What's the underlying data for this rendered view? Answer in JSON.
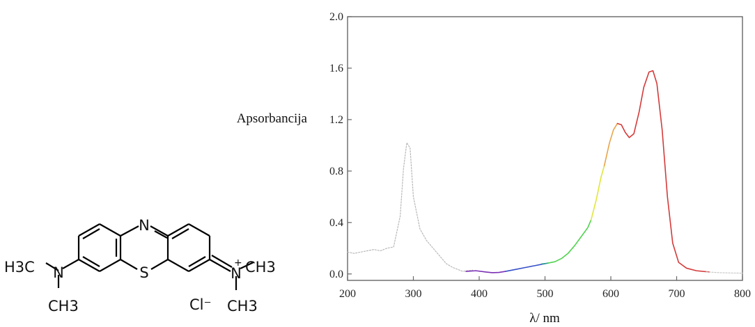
{
  "chart_data": {
    "type": "line",
    "title": "",
    "xlabel": "λ/ nm",
    "ylabel": "Apsorbancija",
    "xlim": [
      200,
      800
    ],
    "ylim": [
      -0.05,
      2.0
    ],
    "xticks": [
      "200",
      "300",
      "400",
      "500",
      "600",
      "700",
      "800"
    ],
    "yticks": [
      "0.0",
      "0.4",
      "0.8",
      "1.2",
      "1.6",
      "2.0"
    ],
    "grid": false,
    "legend": "none",
    "series": [
      {
        "color": "#b8b8b8",
        "dashed": true,
        "points": [
          [
            200,
            0.17
          ],
          [
            210,
            0.16
          ],
          [
            220,
            0.17
          ],
          [
            230,
            0.18
          ],
          [
            240,
            0.19
          ],
          [
            250,
            0.18
          ],
          [
            260,
            0.2
          ],
          [
            270,
            0.21
          ],
          [
            280,
            0.45
          ],
          [
            285,
            0.82
          ],
          [
            290,
            1.02
          ],
          [
            295,
            0.98
          ],
          [
            300,
            0.6
          ],
          [
            310,
            0.35
          ],
          [
            320,
            0.26
          ],
          [
            330,
            0.2
          ],
          [
            340,
            0.14
          ],
          [
            350,
            0.08
          ],
          [
            360,
            0.05
          ],
          [
            375,
            0.02
          ],
          [
            390,
            0.03
          ]
        ]
      },
      {
        "color": "#7a2fb5",
        "points": [
          [
            380,
            0.02
          ],
          [
            395,
            0.025
          ],
          [
            410,
            0.015
          ],
          [
            420,
            0.01
          ],
          [
            430,
            0.012
          ],
          [
            440,
            0.02
          ]
        ]
      },
      {
        "color": "#3550c8",
        "points": [
          [
            440,
            0.02
          ],
          [
            455,
            0.035
          ],
          [
            470,
            0.05
          ],
          [
            485,
            0.065
          ],
          [
            500,
            0.08
          ]
        ]
      },
      {
        "color": "#2a9d8f",
        "points": [
          [
            495,
            0.078
          ],
          [
            500,
            0.08
          ],
          [
            505,
            0.085
          ]
        ]
      },
      {
        "color": "#4fd34f",
        "points": [
          [
            505,
            0.085
          ],
          [
            515,
            0.095
          ],
          [
            525,
            0.12
          ],
          [
            535,
            0.16
          ],
          [
            545,
            0.22
          ],
          [
            555,
            0.29
          ],
          [
            565,
            0.36
          ],
          [
            570,
            0.42
          ]
        ]
      },
      {
        "color": "#e0e63a",
        "points": [
          [
            570,
            0.42
          ],
          [
            578,
            0.58
          ],
          [
            585,
            0.75
          ],
          [
            590,
            0.84
          ]
        ]
      },
      {
        "color": "#e8a44a",
        "points": [
          [
            590,
            0.84
          ],
          [
            598,
            1.02
          ],
          [
            604,
            1.12
          ],
          [
            610,
            1.17
          ]
        ]
      },
      {
        "color": "#d43a3a",
        "points": [
          [
            610,
            1.17
          ],
          [
            616,
            1.16
          ],
          [
            622,
            1.1
          ],
          [
            628,
            1.06
          ],
          [
            635,
            1.09
          ],
          [
            643,
            1.26
          ],
          [
            650,
            1.45
          ],
          [
            658,
            1.57
          ],
          [
            664,
            1.58
          ],
          [
            670,
            1.48
          ],
          [
            678,
            1.12
          ],
          [
            686,
            0.6
          ],
          [
            694,
            0.24
          ],
          [
            703,
            0.09
          ],
          [
            715,
            0.045
          ],
          [
            730,
            0.025
          ],
          [
            750,
            0.015
          ]
        ]
      },
      {
        "color": "#c7c7c7",
        "dashed": true,
        "points": [
          [
            745,
            0.016
          ],
          [
            765,
            0.01
          ],
          [
            780,
            0.008
          ],
          [
            800,
            0.006
          ]
        ]
      }
    ]
  },
  "molecule": {
    "label_h3c": "H3C",
    "label_n_left": "N",
    "label_ch3_left": "CH3",
    "label_n_top": "N",
    "label_s": "S",
    "label_n_right": "N",
    "label_plus": "+",
    "label_ch3_right_top": "CH3",
    "label_ch3_right_bottom": "CH3",
    "label_cl": "Cl⁻"
  }
}
